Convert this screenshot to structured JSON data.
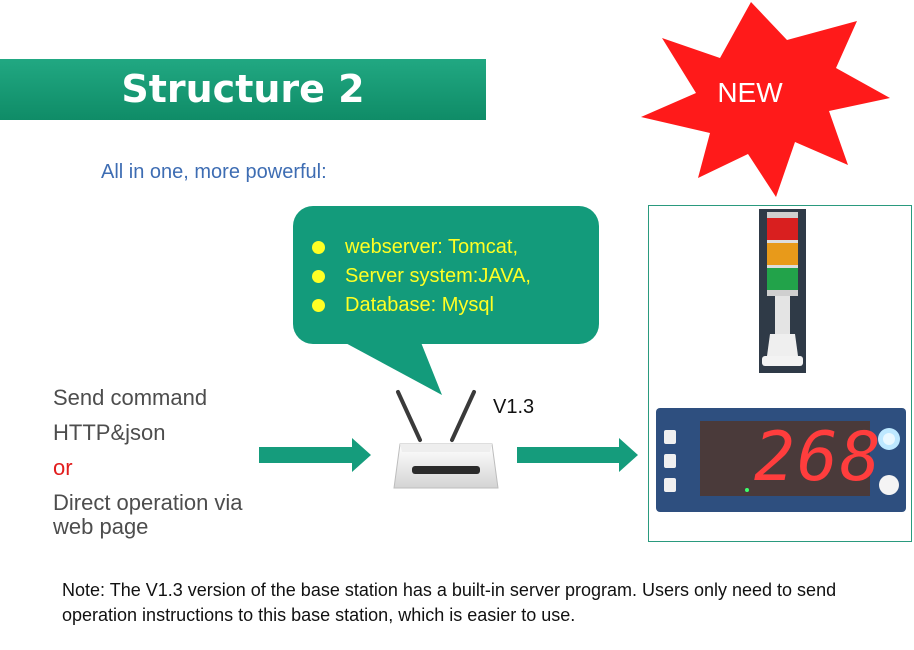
{
  "slide": {
    "title": "Structure 2",
    "subtitle": "All in one, more powerful:",
    "badge": {
      "label": "NEW",
      "color": "#ff1a1a"
    },
    "bubble": {
      "items": [
        "webserver: Tomcat,",
        "Server system:JAVA,",
        "Database: Mysql"
      ],
      "background": "#139b7b",
      "text_color": "#ffff24"
    },
    "left_labels": {
      "line1": "Send command",
      "line2": "HTTP&json",
      "line3": "or",
      "line4": "Direct operation via",
      "line5": "web page"
    },
    "router_version": "V1.3",
    "display": {
      "value": "268"
    },
    "note": "Note: The V1.3 version of the base station has a built-in server program. Users only need to send operation instructions to this base station, which is easier to use."
  },
  "colors": {
    "accent": "#159c7c",
    "title_bar": "#1aa07a",
    "subtitle": "#3e6db3",
    "or": "#e21d1d"
  },
  "icons": [
    "router-icon",
    "tower-light-icon",
    "digital-display-icon",
    "arrow-right-icon",
    "starburst-icon"
  ]
}
